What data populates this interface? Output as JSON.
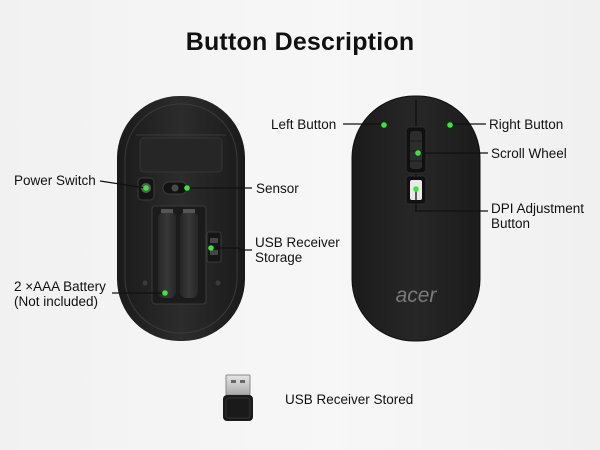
{
  "title": "Button Description",
  "labels": {
    "power_switch": "Power Switch",
    "sensor": "Sensor",
    "usb_receiver_storage": "USB Receiver\nStorage",
    "battery": "2 ×AAA Battery\n(Not included)",
    "left_button": "Left Button",
    "right_button": "Right Button",
    "scroll_wheel": "Scroll Wheel",
    "dpi_button": "DPI Adjustment\nButton",
    "usb_receiver_stored": "USB Receiver Stored"
  },
  "brand_logo": "acer",
  "colors": {
    "mouse_body": "#232323",
    "callout_dot": "#39e639",
    "callout_line": "#111111",
    "background": "#f3f3f3"
  }
}
